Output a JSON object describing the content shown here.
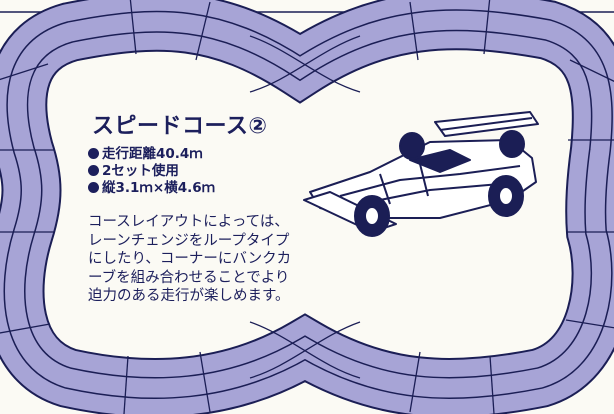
{
  "title": "スピードコース②",
  "specs": [
    "走行距離40.4ｍ",
    "2セット使用",
    "縦3.1ｍ×横4.6ｍ"
  ],
  "description_lines": [
    "コースレイアウトによっては、",
    "レーンチェンジをループタイプ",
    "にしたり、コーナーにバンクカ",
    "ーブを組み合わせることでより",
    "迫力のある走行が楽しめます。"
  ],
  "colors": {
    "track_fill": "#a7a4d6",
    "track_line": "#1b1e55",
    "text": "#1c1f5c",
    "background": "#fbfaf4"
  }
}
